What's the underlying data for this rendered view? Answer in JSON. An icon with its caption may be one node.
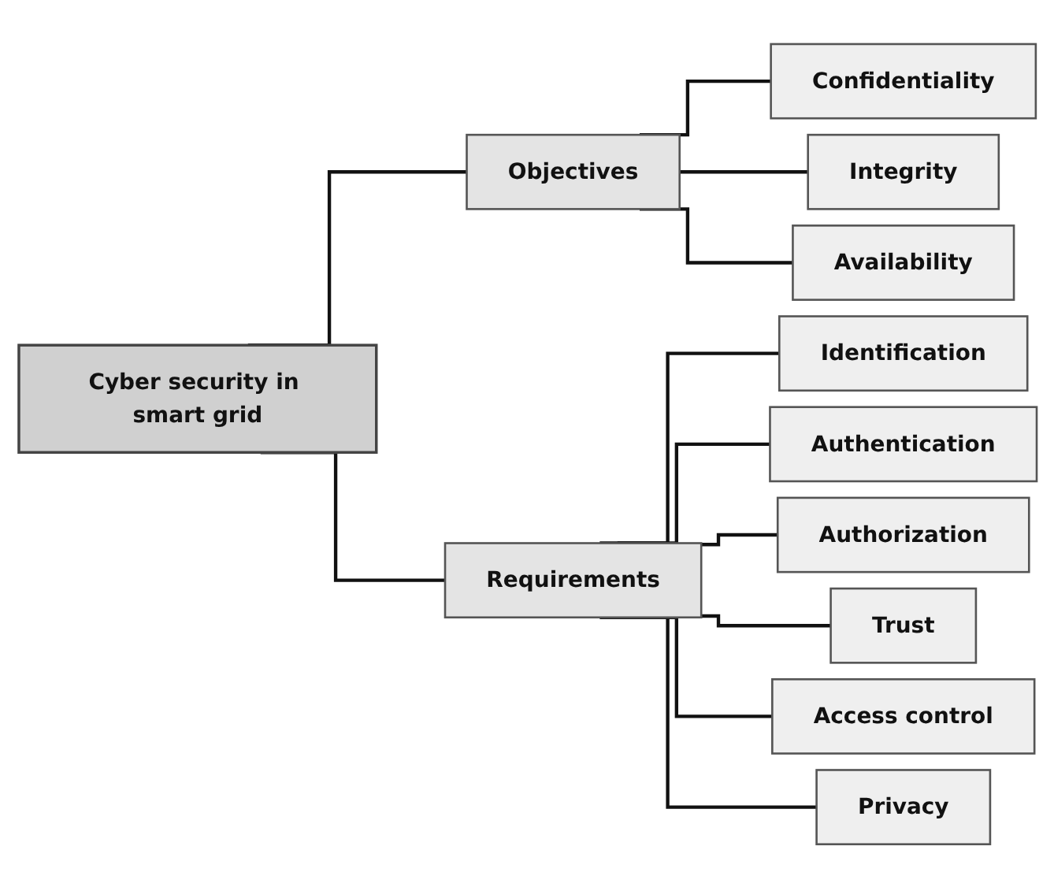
{
  "diagram": {
    "nodes": [
      {
        "text": [
          "Cyber security in smart grid"
        ]
      },
      {
        "text": [
          "Objectives"
        ]
      },
      {
        "text": [
          "Requirements"
        ]
      },
      {
        "text": [
          "Confidentiality"
        ]
      },
      {
        "text": [
          "Integrity"
        ]
      },
      {
        "text": [
          "Availability"
        ]
      },
      {
        "text": [
          "Identification"
        ]
      },
      {
        "text": [
          "Authentication"
        ]
      },
      {
        "text": [
          "Authorization"
        ]
      },
      {
        "text": [
          "Trust"
        ]
      },
      {
        "text": [
          "Access control"
        ]
      },
      {
        "text": [
          "Privacy"
        ]
      }
    ],
    "edges": [
      {
        "from": 0,
        "to": 1,
        "arrow": "none"
      },
      {
        "from": 0,
        "to": 2,
        "arrow": "none"
      },
      {
        "from": 1,
        "to": 3,
        "arrow": "none"
      },
      {
        "from": 1,
        "to": 4,
        "arrow": "none"
      },
      {
        "from": 1,
        "to": 5,
        "arrow": "none"
      },
      {
        "from": 2,
        "to": 6,
        "arrow": "none"
      },
      {
        "from": 2,
        "to": 7,
        "arrow": "none"
      },
      {
        "from": 2,
        "to": 8,
        "arrow": "none"
      },
      {
        "from": 2,
        "to": 9,
        "arrow": "none"
      },
      {
        "from": 2,
        "to": 10,
        "arrow": "none"
      },
      {
        "from": 2,
        "to": 11,
        "arrow": "none"
      }
    ]
  }
}
